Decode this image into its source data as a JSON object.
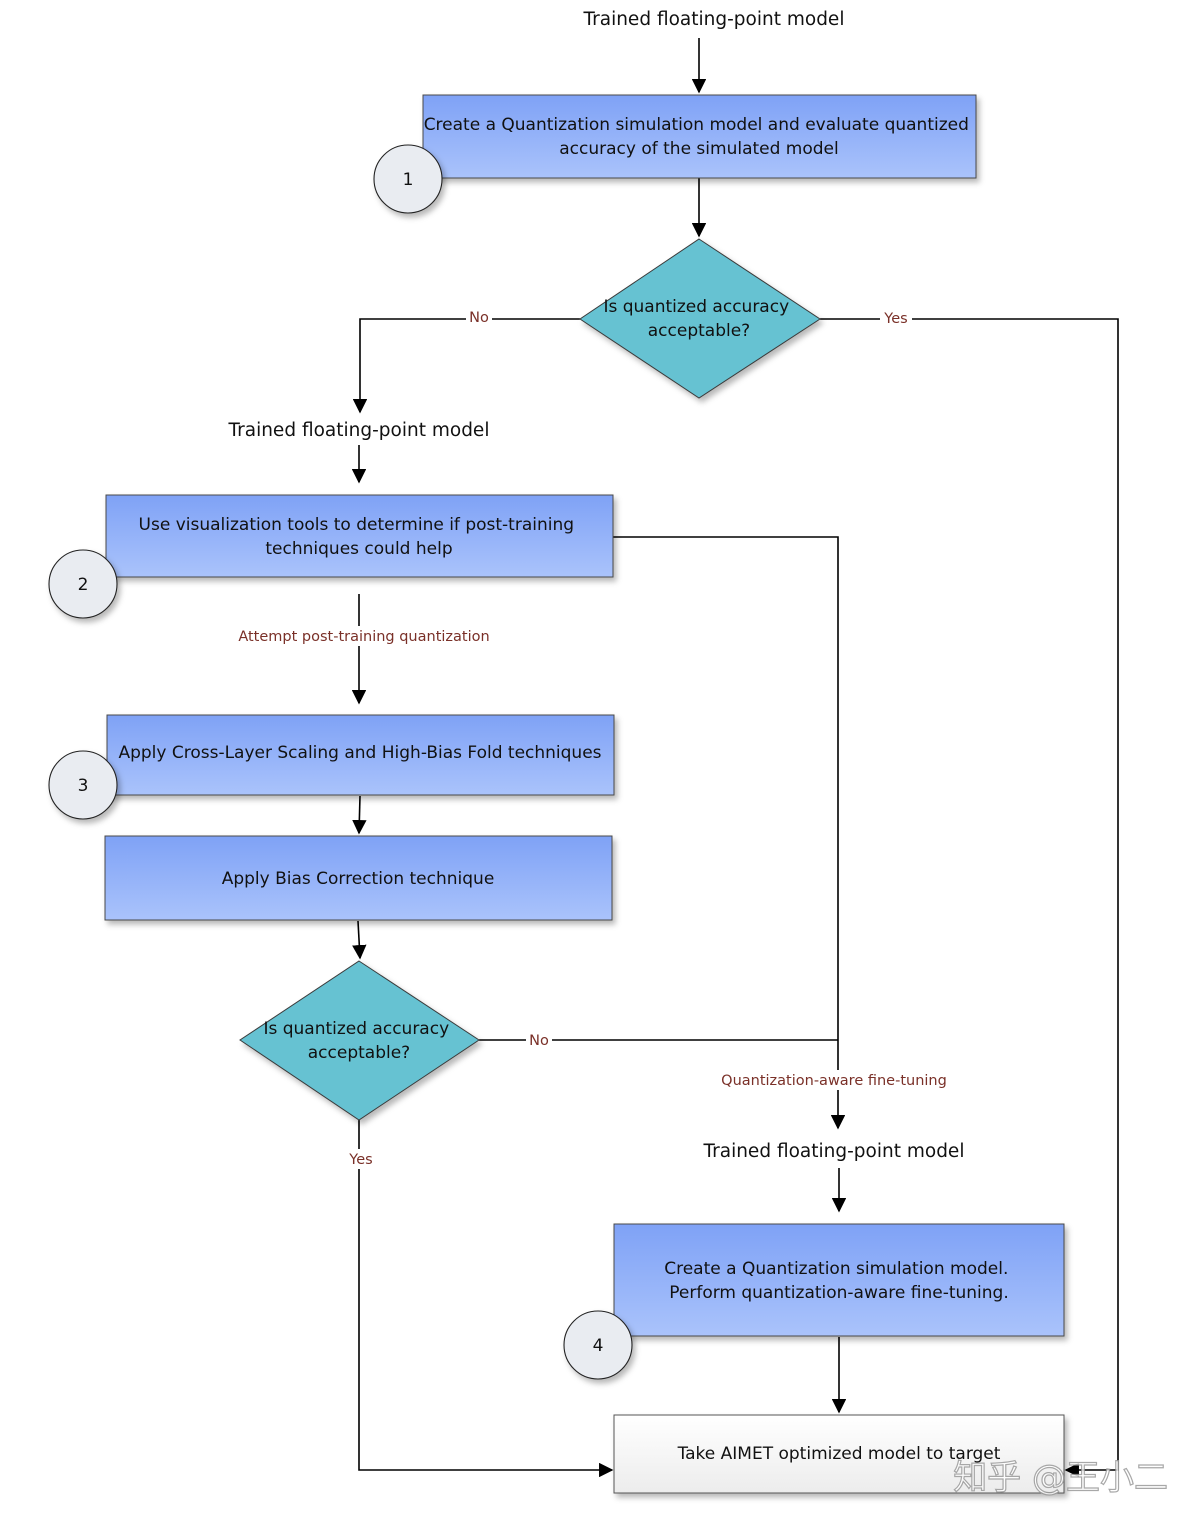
{
  "labels": {
    "top_model": "Trained floating-point model",
    "mid_model": "Trained floating-point model",
    "right_model": "Trained floating-point model"
  },
  "boxes": {
    "create_sim": [
      "Create a Quantization simulation model and evaluate quantized",
      "accuracy of the simulated model"
    ],
    "visualize": [
      "Use visualization tools to determine if post-training",
      "techniques could help"
    ],
    "cross_layer": [
      "Apply Cross-Layer Scaling and High-Bias Fold techniques"
    ],
    "bias_correction": [
      "Apply Bias Correction technique"
    ],
    "qat": [
      "Create a Quantization simulation model.",
      "Perform quantization-aware fine-tuning."
    ],
    "target": [
      "Take AIMET optimized model to target"
    ]
  },
  "decisions": {
    "first": [
      "Is quantized accuracy",
      "acceptable?"
    ],
    "second": [
      "Is quantized accuracy",
      "acceptable?"
    ]
  },
  "edge_labels": {
    "first_no": "No",
    "first_yes": "Yes",
    "attempt_ptq": "Attempt post-training quantization",
    "second_no": "No",
    "second_yes": "Yes",
    "qat_label": "Quantization-aware fine-tuning"
  },
  "steps": {
    "one": "1",
    "two": "2",
    "three": "3",
    "four": "4"
  },
  "watermark": "知乎 @王小二",
  "colors": {
    "process_top": "#7fa2f6",
    "process_bottom": "#aac3fb",
    "decision": "#66c2d2",
    "step_circle": "#e9ecf1",
    "edge_label": "#7a3028",
    "end_box": "#f4f4f4"
  }
}
